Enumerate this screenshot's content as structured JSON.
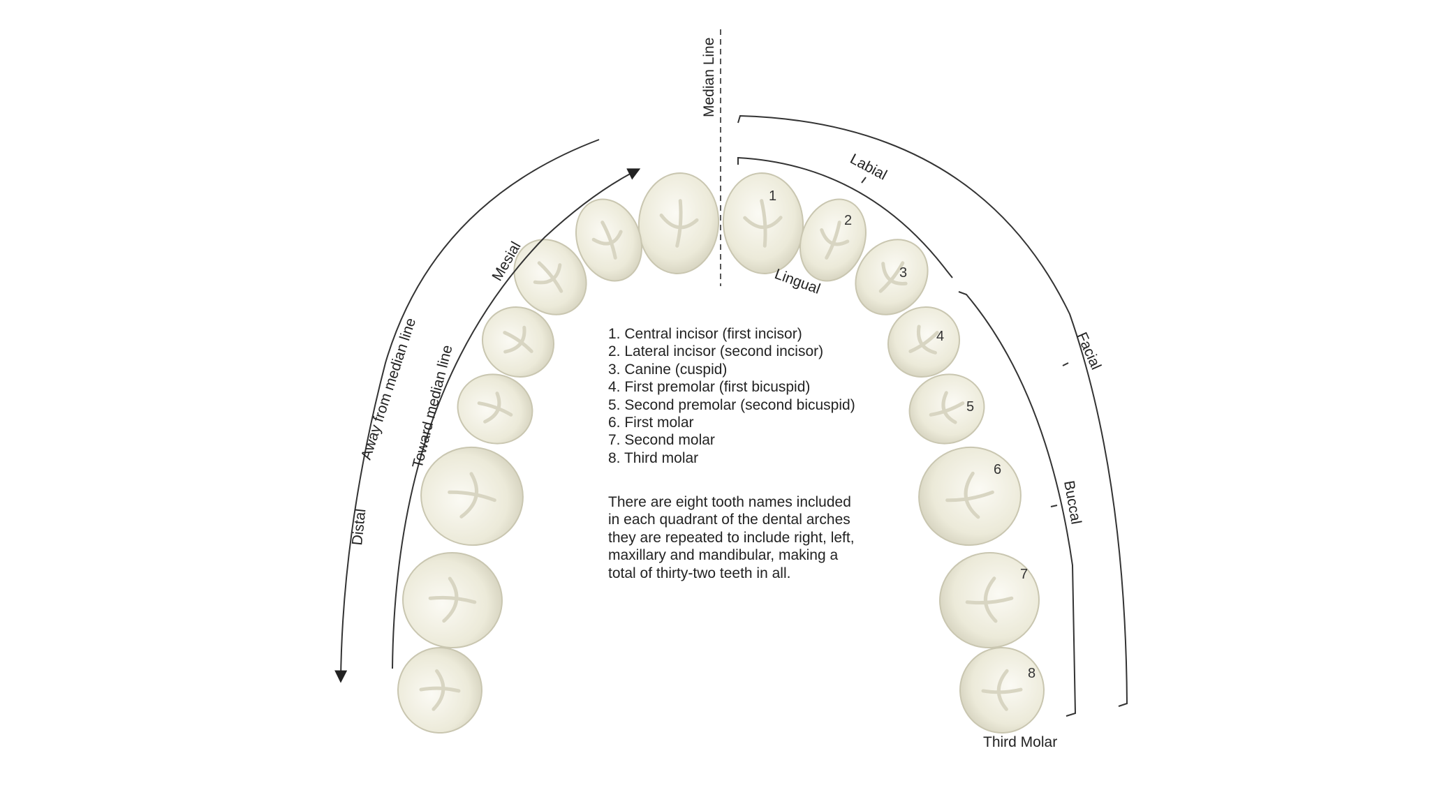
{
  "labels": {
    "median_line": "Median Line",
    "labial": "Labial",
    "lingual": "Lingual",
    "facial": "Facial",
    "buccal": "Buccal",
    "mesial": "Mesial",
    "toward_median_line": "Toward median line",
    "distal": "Distal",
    "away_from_median_line": "Away from median line",
    "third_molar": "Third Molar"
  },
  "teeth_numbers": [
    "1",
    "2",
    "3",
    "4",
    "5",
    "6",
    "7",
    "8"
  ],
  "legend": [
    "1. Central incisor (first incisor)",
    "2. Lateral incisor (second incisor)",
    "3. Canine (cuspid)",
    "4. First premolar (first bicuspid)",
    "5. Second premolar (second bicuspid)",
    "6. First molar",
    "7. Second molar",
    "8. Third molar"
  ],
  "note": "There are eight tooth names included in each quadrant of the dental arches they are repeated to include right, left, maxillary and mandibular, making a total of thirty-two teeth in all."
}
